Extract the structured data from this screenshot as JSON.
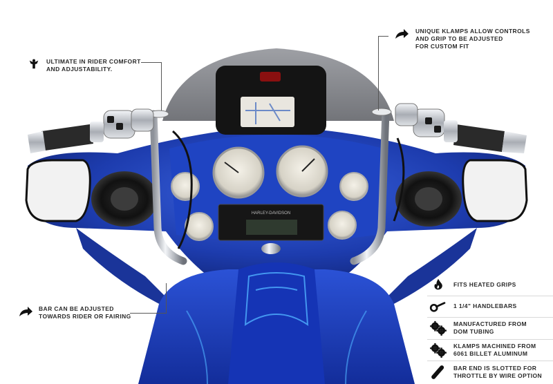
{
  "callouts": {
    "comfort": {
      "icon": "rider-icon",
      "lines": [
        "ULTIMATE IN RIDER COMFORT",
        "AND  ADJUSTABILITY."
      ]
    },
    "klamps": {
      "icon": "curved-arrow-icon",
      "lines": [
        "UNIQUE KLAMPS ALLOW CONTROLS",
        "AND GRIP TO BE ADJUSTED",
        "FOR CUSTOM FIT"
      ]
    },
    "bar_adjust": {
      "icon": "curved-arrow-icon",
      "lines": [
        "BAR CAN BE ADJUSTED",
        "TOWARDS RIDER OR FAIRING"
      ]
    }
  },
  "features": [
    {
      "icon": "flame-icon",
      "lines": [
        "FITS HEATED GRIPS"
      ]
    },
    {
      "icon": "handlebar-icon",
      "lines": [
        "1 1/4\" HANDLEBARS"
      ]
    },
    {
      "icon": "gears-icon",
      "lines": [
        "MANUFACTURED FROM",
        "DOM TUBING"
      ]
    },
    {
      "icon": "gears-icon",
      "lines": [
        "KLAMPS MACHINED FROM",
        "6061 BILLET ALUMINUM"
      ]
    },
    {
      "icon": "bar-end-icon",
      "lines": [
        "BAR END IS SLOTTED FOR",
        "THROTTLE BY WIRE OPTION"
      ]
    }
  ],
  "radio": {
    "brand": "HARLEY-DAVIDSON"
  },
  "colors": {
    "fairing_blue": "#1f3fb0",
    "chrome": "#c8ccd2",
    "text": "#2a2a2a"
  }
}
